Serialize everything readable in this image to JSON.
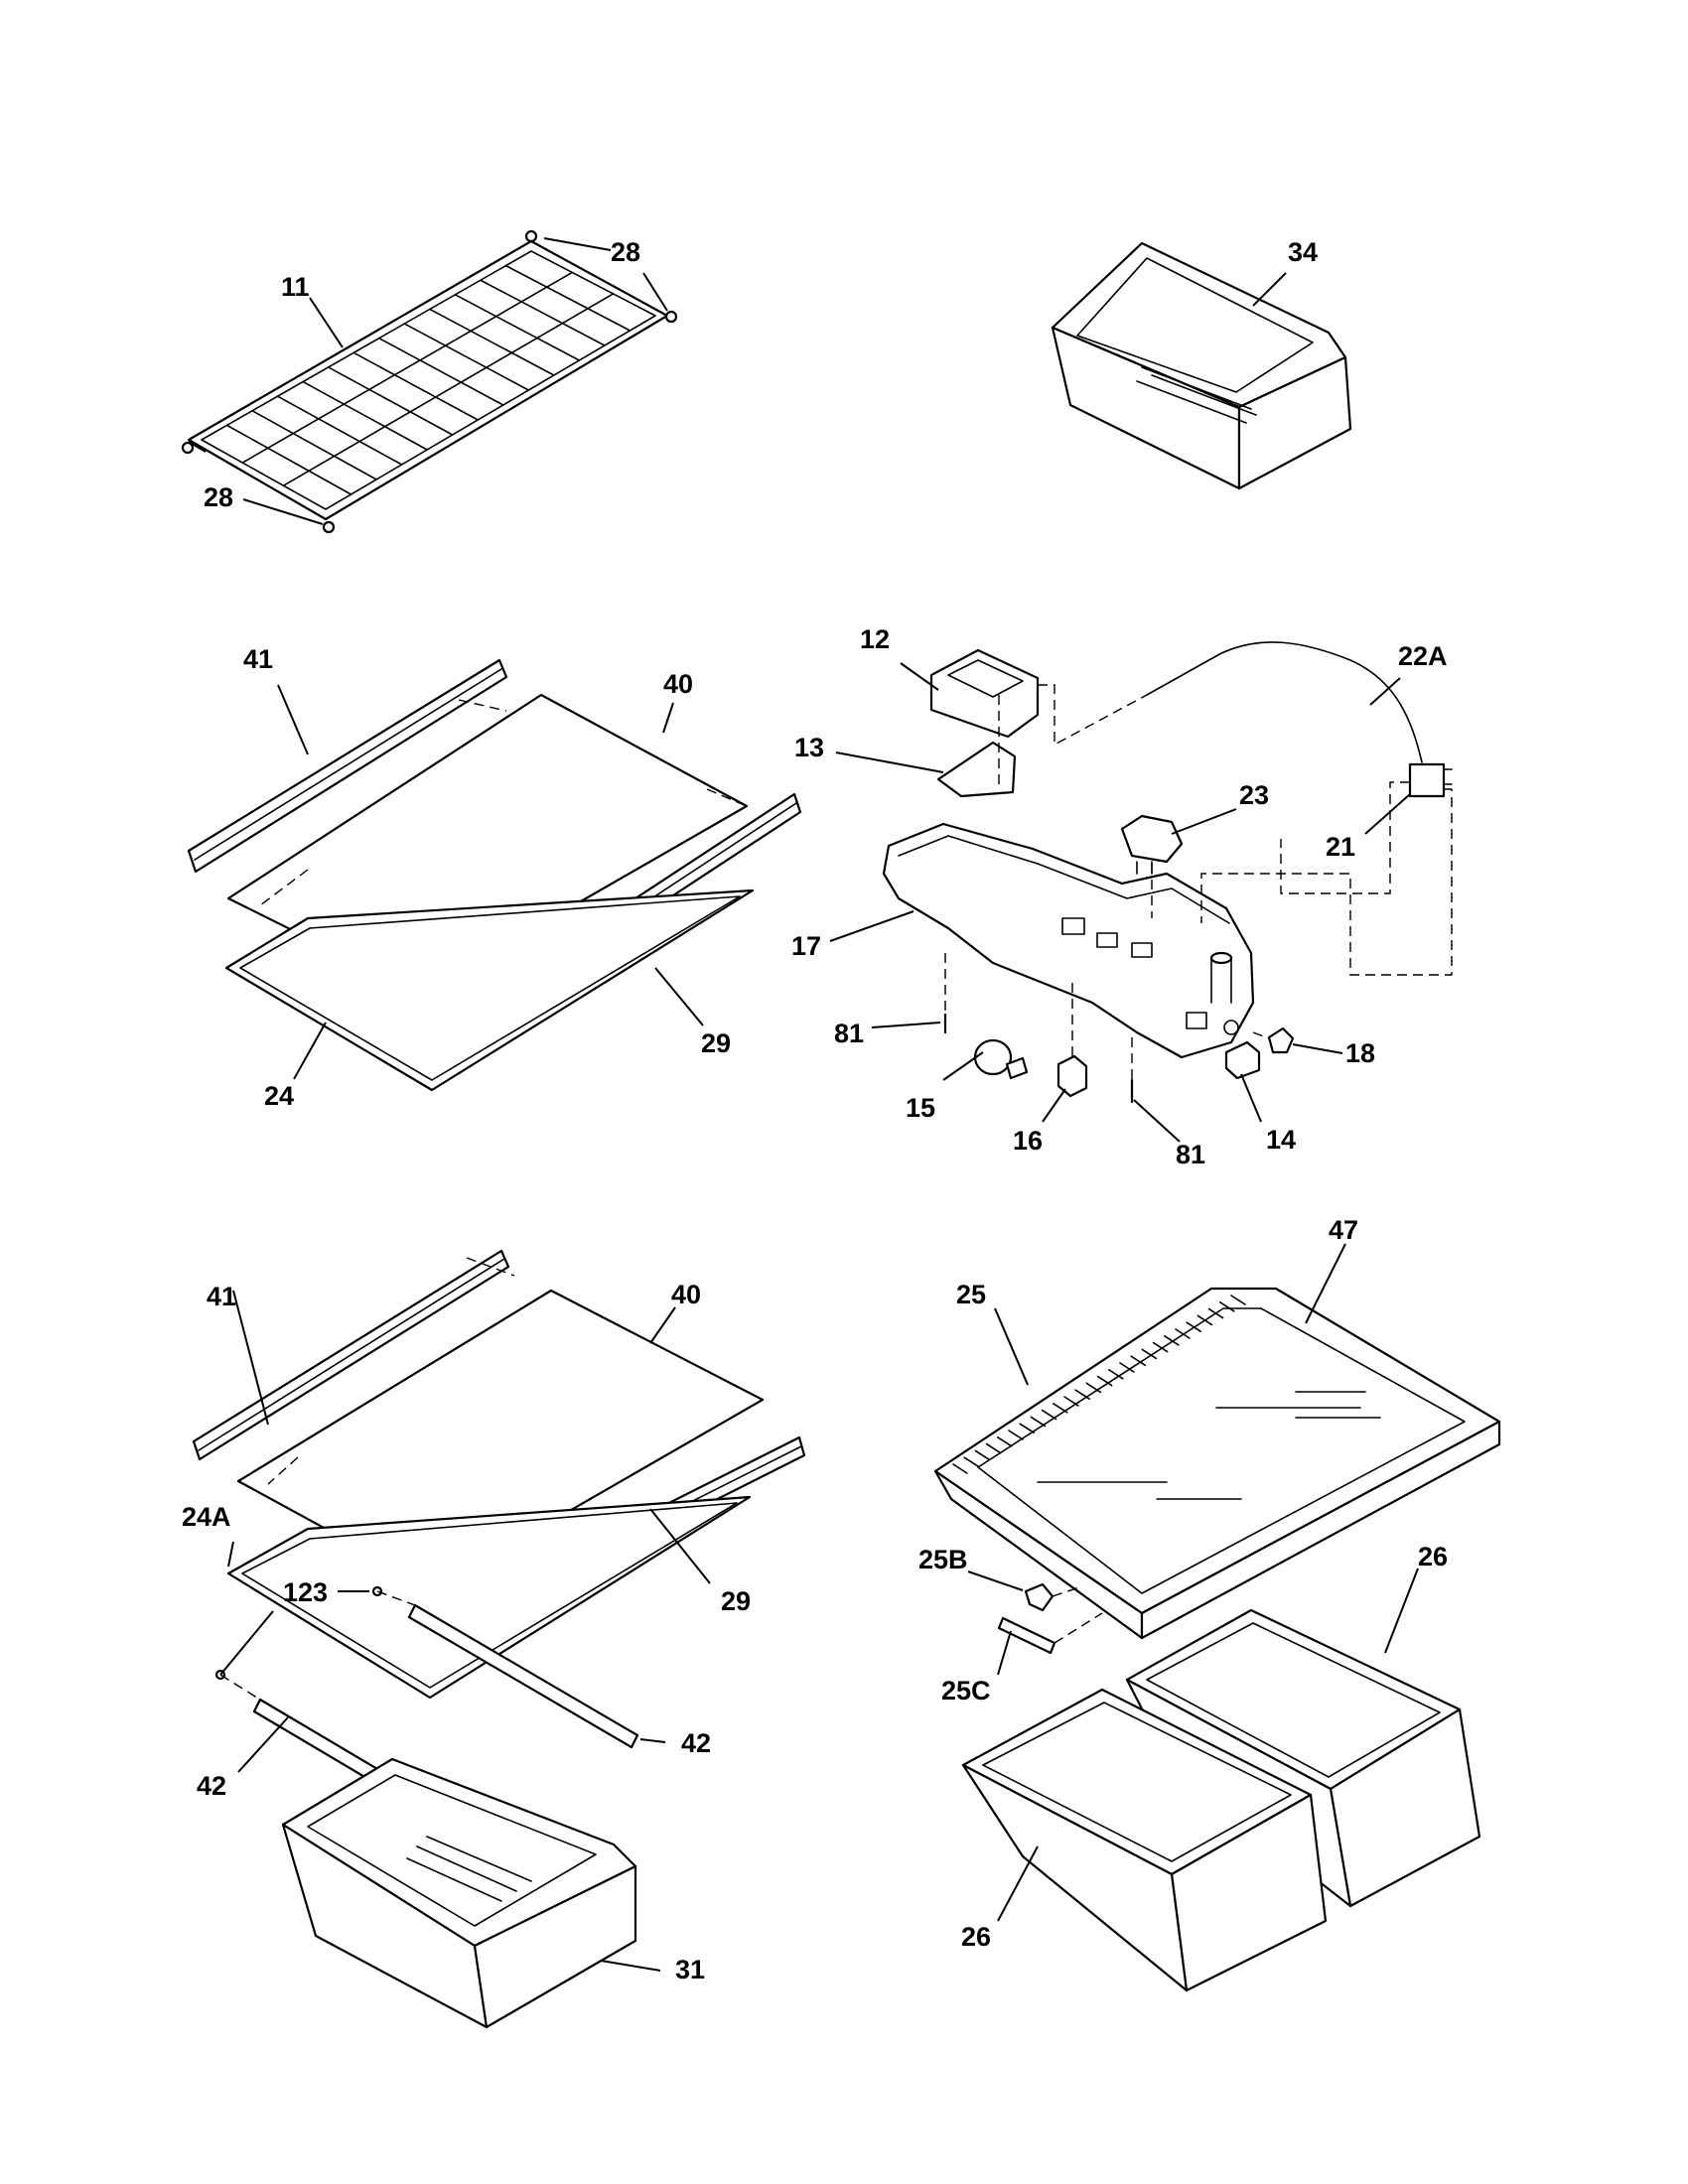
{
  "labels": {
    "p11": "11",
    "p28a": "28",
    "p28b": "28",
    "p34": "34",
    "p41a": "41",
    "p40a": "40",
    "p29a": "29",
    "p24": "24",
    "p12": "12",
    "p13": "13",
    "p17": "17",
    "p81a": "81",
    "p15": "15",
    "p16": "16",
    "p81b": "81",
    "p14": "14",
    "p18": "18",
    "p23": "23",
    "p21": "21",
    "p22a": "22A",
    "p41b": "41",
    "p40b": "40",
    "p24a": "24A",
    "p123": "123",
    "p29b": "29",
    "p42a": "42",
    "p42b": "42",
    "p31": "31",
    "p25": "25",
    "p47": "47",
    "p25b": "25B",
    "p25c": "25C",
    "p26a": "26",
    "p26b": "26"
  },
  "colors": {
    "ink": "#000000",
    "paper": "#ffffff"
  }
}
